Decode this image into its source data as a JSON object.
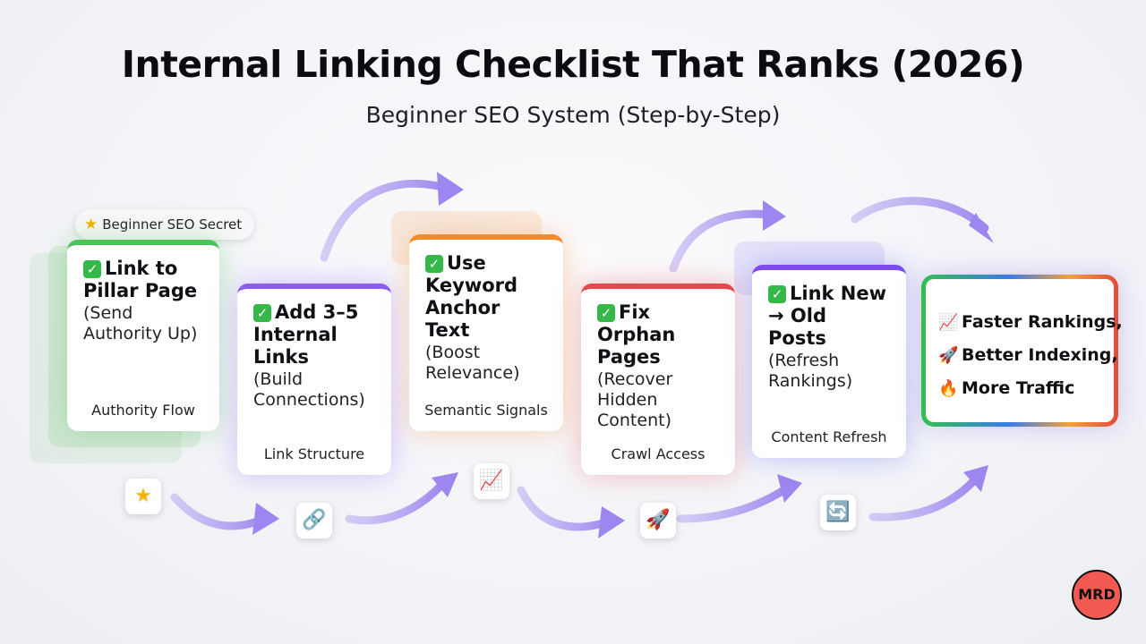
{
  "title": "Internal Linking Checklist That Ranks (2026)",
  "subtitle": "Beginner SEO System (Step-by-Step)",
  "badge": {
    "icon": "star-icon",
    "label": "Beginner SEO Secret"
  },
  "steps": [
    {
      "check": "✓",
      "title": "Link to Pillar Page",
      "desc": "(Send Authority Up)",
      "footer": "Authority Flow",
      "color": "#4cc35a",
      "icon": "star-icon",
      "glyph": "★"
    },
    {
      "check": "✓",
      "title": "Add 3–5 Internal Links",
      "desc": "(Build Connections)",
      "footer": "Link Structure",
      "color": "#8b5cf6",
      "icon": "link-icon",
      "glyph": "🔗"
    },
    {
      "check": "✓",
      "title": "Use Keyword Anchor Text",
      "desc": "(Boost Relevance)",
      "footer": "Semantic Signals",
      "color": "#f28b2c",
      "icon": "chart-up-icon",
      "glyph": "📈"
    },
    {
      "check": "✓",
      "title": "Fix Orphan Pages",
      "desc": "(Recover Hidden Content)",
      "footer": "Crawl Access",
      "color": "#e5484d",
      "icon": "rocket-icon",
      "glyph": "🚀"
    },
    {
      "check": "✓",
      "title": "Link New → Old Posts",
      "desc": "(Refresh Rankings)",
      "footer": "Content Refresh",
      "color": "#7c4dea",
      "icon": "refresh-icon",
      "glyph": "🔄"
    }
  ],
  "results": [
    {
      "icon": "chart-up-icon",
      "glyph": "📈",
      "label": "Faster Rankings,"
    },
    {
      "icon": "rocket-icon",
      "glyph": "🚀",
      "label": "Better Indexing,"
    },
    {
      "icon": "fire-icon",
      "glyph": "🔥",
      "label": "More Traffic"
    }
  ],
  "logo": "MRD"
}
